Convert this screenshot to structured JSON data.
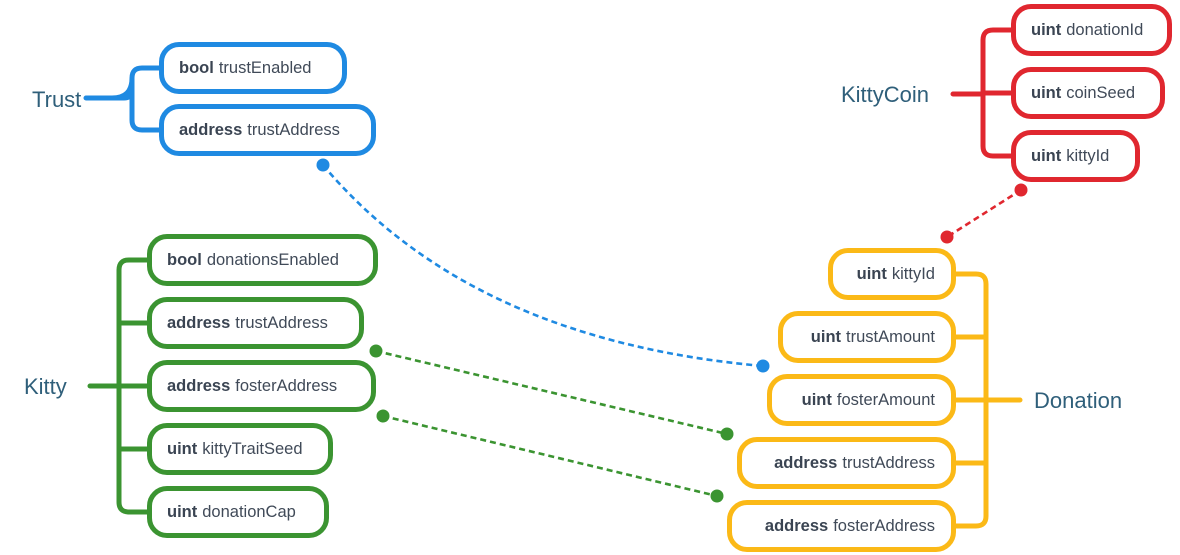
{
  "colors": {
    "trust": "#1f8ae2",
    "kitty": "#3b9431",
    "kittycoin": "#e0272f",
    "donation": "#fbb917"
  },
  "groups": {
    "trust": {
      "label": "Trust",
      "fields": [
        {
          "type": "bool",
          "name": "trustEnabled"
        },
        {
          "type": "address",
          "name": "trustAddress"
        }
      ]
    },
    "kitty": {
      "label": "Kitty",
      "fields": [
        {
          "type": "bool",
          "name": "donationsEnabled"
        },
        {
          "type": "address",
          "name": "trustAddress"
        },
        {
          "type": "address",
          "name": "fosterAddress"
        },
        {
          "type": "uint",
          "name": "kittyTraitSeed"
        },
        {
          "type": "uint",
          "name": "donationCap"
        }
      ]
    },
    "kittycoin": {
      "label": "KittyCoin",
      "fields": [
        {
          "type": "uint",
          "name": "donationId"
        },
        {
          "type": "uint",
          "name": "coinSeed"
        },
        {
          "type": "uint",
          "name": "kittyId"
        }
      ]
    },
    "donation": {
      "label": "Donation",
      "fields": [
        {
          "type": "uint",
          "name": "kittyId"
        },
        {
          "type": "uint",
          "name": "trustAmount"
        },
        {
          "type": "uint",
          "name": "fosterAmount"
        },
        {
          "type": "address",
          "name": "trustAddress"
        },
        {
          "type": "address",
          "name": "fosterAddress"
        }
      ]
    }
  },
  "links": [
    {
      "from": "trust.fields.1",
      "to": "donation.fields.2",
      "color": "trust"
    },
    {
      "from": "kittycoin.fields.2",
      "to": "donation.fields.0",
      "color": "kittycoin"
    },
    {
      "from": "kitty.fields.1",
      "to": "donation.fields.3",
      "color": "kitty"
    },
    {
      "from": "kitty.fields.2",
      "to": "donation.fields.4",
      "color": "kitty"
    }
  ]
}
